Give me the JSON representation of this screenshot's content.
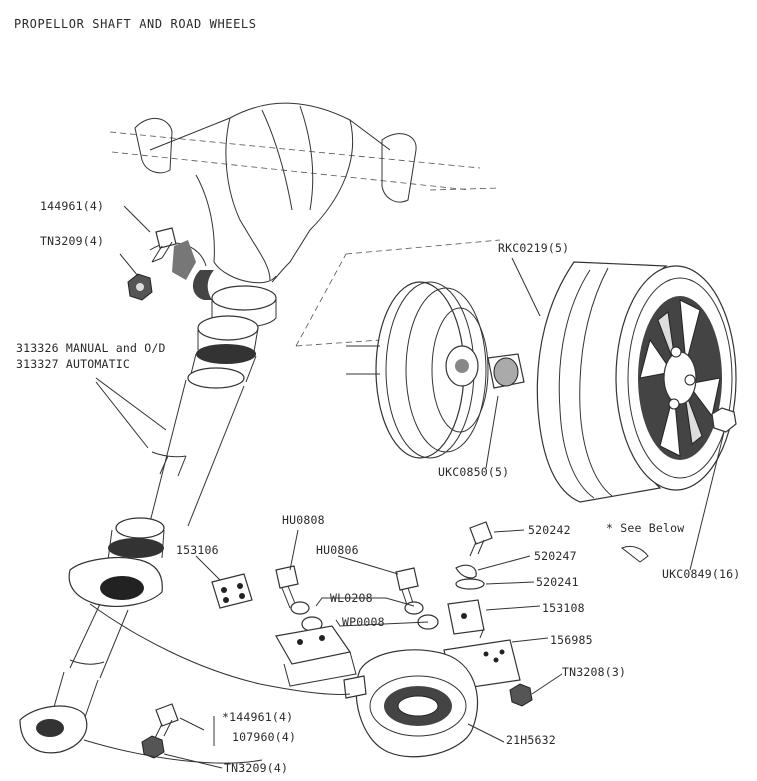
{
  "title": "PROPELLOR SHAFT AND ROAD WHEELS",
  "labels": {
    "p144961_top": "144961(4)",
    "tn3209_top": "TN3209(4)",
    "manual": "313326 MANUAL and O/D",
    "automatic": "313327 AUTOMATIC",
    "rkc0219": "RKC0219(5)",
    "ukc0850": "UKC0850(5)",
    "hu0808": "HU0808",
    "hu0806": "HU0806",
    "p153106": "153106",
    "wl0208": "WL0208",
    "wp0008": "WP0008",
    "p520242": "520242",
    "p520247": "520247",
    "p520241": "520241",
    "see_below": "* See Below",
    "ukc0849": "UKC0849(16)",
    "p153108": "153108",
    "p156985": "156985",
    "tn3208": "TN3208(3)",
    "p144961_bottom": "*144961(4)",
    "p107960": "107960(4)",
    "p21h5632": "21H5632",
    "tn3209_bottom": "TN3209(4)"
  }
}
